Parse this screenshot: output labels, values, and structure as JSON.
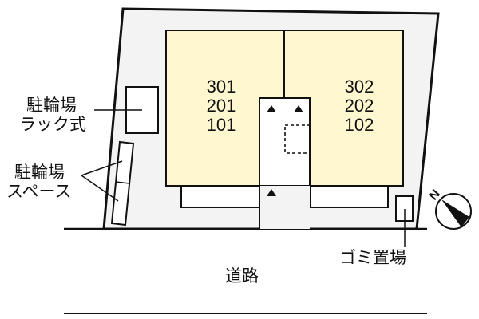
{
  "colors": {
    "lot": "#f3f3f3",
    "building": "#fff7cf",
    "line": "#111111"
  },
  "units": {
    "left": [
      "301",
      "201",
      "101"
    ],
    "right": [
      "302",
      "202",
      "102"
    ]
  },
  "labels": {
    "bike_rack_line1": "駐輪場",
    "bike_rack_line2": "ラック式",
    "bike_space_line1": "駐輪場",
    "bike_space_line2": "スペース",
    "garbage": "ゴミ置場",
    "road": "道路",
    "north": "N"
  }
}
